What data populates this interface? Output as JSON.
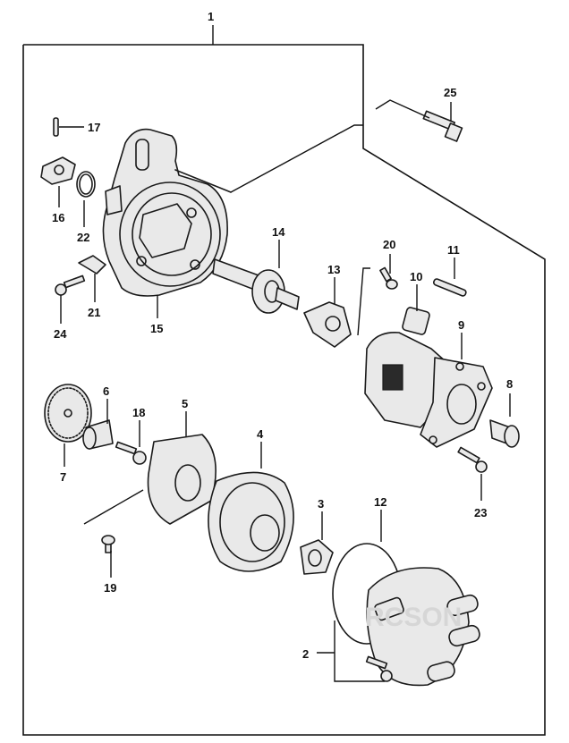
{
  "assembly_label": "1",
  "callouts": [
    {
      "id": "c2",
      "text": "2"
    },
    {
      "id": "c3",
      "text": "3"
    },
    {
      "id": "c4",
      "text": "4"
    },
    {
      "id": "c5",
      "text": "5"
    },
    {
      "id": "c6",
      "text": "6"
    },
    {
      "id": "c7",
      "text": "7"
    },
    {
      "id": "c8",
      "text": "8"
    },
    {
      "id": "c9",
      "text": "9"
    },
    {
      "id": "c10",
      "text": "10"
    },
    {
      "id": "c11",
      "text": "11"
    },
    {
      "id": "c12",
      "text": "12"
    },
    {
      "id": "c13",
      "text": "13"
    },
    {
      "id": "c14",
      "text": "14"
    },
    {
      "id": "c15",
      "text": "15"
    },
    {
      "id": "c16",
      "text": "16"
    },
    {
      "id": "c17",
      "text": "17"
    },
    {
      "id": "c18",
      "text": "18"
    },
    {
      "id": "c19",
      "text": "19"
    },
    {
      "id": "c20",
      "text": "20"
    },
    {
      "id": "c21",
      "text": "21"
    },
    {
      "id": "c22",
      "text": "22"
    },
    {
      "id": "c23",
      "text": "23"
    },
    {
      "id": "c24",
      "text": "24"
    },
    {
      "id": "c25",
      "text": "25"
    }
  ],
  "watermark_text": "RCSON"
}
